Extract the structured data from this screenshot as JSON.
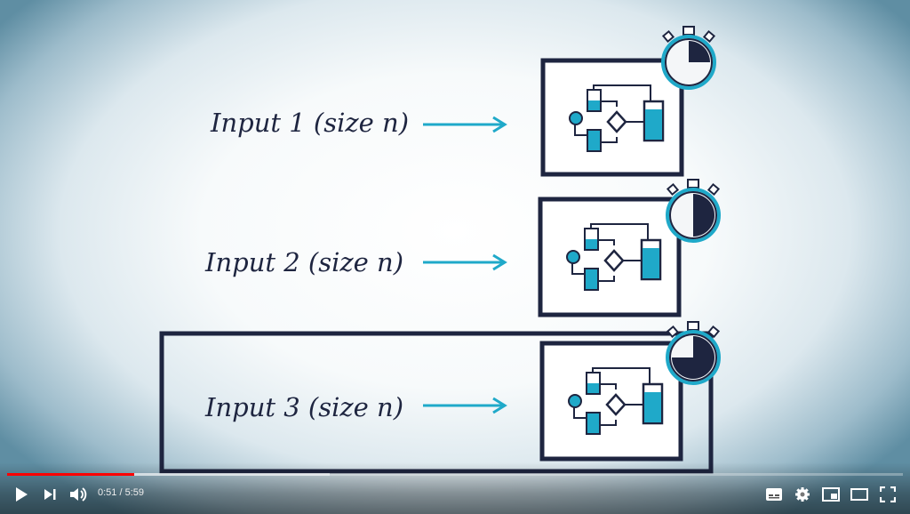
{
  "video": {
    "rows": [
      {
        "label": "Input 1 (size n)",
        "stopwatch_fraction": 0.25,
        "wide_input_box": false
      },
      {
        "label": "Input 2 (size n)",
        "stopwatch_fraction": 0.5,
        "wide_input_box": false
      },
      {
        "label": "Input 3 (size n)",
        "stopwatch_fraction": 0.75,
        "wide_input_box": true
      }
    ],
    "colors": {
      "ink": "#1e2540",
      "accent": "#1fa9c9",
      "progress": "#ff0000"
    }
  },
  "player": {
    "current_time": "0:51",
    "duration": "5:59",
    "time_display": "0:51 / 5:59",
    "played_percent": 14.2,
    "buffered_percent": 36,
    "icons": [
      "play-icon",
      "next-icon",
      "volume-icon",
      "subtitles-icon",
      "settings-icon",
      "miniplayer-icon",
      "theater-mode-icon",
      "fullscreen-icon"
    ]
  }
}
